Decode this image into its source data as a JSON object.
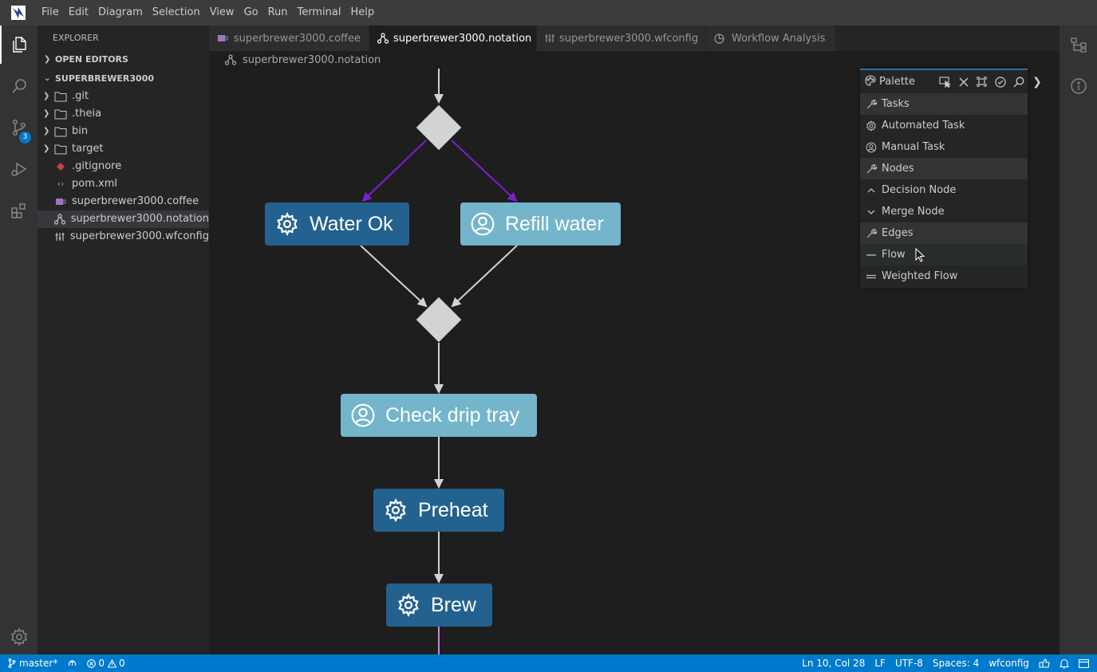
{
  "menu": [
    "File",
    "Edit",
    "Diagram",
    "Selection",
    "View",
    "Go",
    "Run",
    "Terminal",
    "Help"
  ],
  "activity": {
    "scm_badge": "3"
  },
  "sidebar": {
    "title": "EXPLORER",
    "open_editors": "OPEN EDITORS",
    "project": "SUPERBREWER3000",
    "items": [
      {
        "label": ".git",
        "type": "folder"
      },
      {
        "label": ".theia",
        "type": "folder"
      },
      {
        "label": "bin",
        "type": "folder"
      },
      {
        "label": "target",
        "type": "folder"
      },
      {
        "label": ".gitignore",
        "type": "file"
      },
      {
        "label": "pom.xml",
        "type": "file"
      },
      {
        "label": "superbrewer3000.coffee",
        "type": "file"
      },
      {
        "label": "superbrewer3000.notation",
        "type": "file",
        "selected": true
      },
      {
        "label": "superbrewer3000.wfconfig",
        "type": "file"
      }
    ]
  },
  "tabs": [
    {
      "label": "superbrewer3000.coffee",
      "icon": "coffee-icon"
    },
    {
      "label": "superbrewer3000.notation",
      "icon": "diagram-icon",
      "active": true
    },
    {
      "label": "superbrewer3000.wfconfig",
      "icon": "config-icon"
    },
    {
      "label": "Workflow Analysis",
      "icon": "chart-icon"
    }
  ],
  "breadcrumb": "superbrewer3000.notation",
  "diagram": {
    "nodes": [
      {
        "label": "Water Ok",
        "kind": "automated"
      },
      {
        "label": "Refill water",
        "kind": "manual"
      },
      {
        "label": "Check drip tray",
        "kind": "manual"
      },
      {
        "label": "Preheat",
        "kind": "automated"
      },
      {
        "label": "Brew",
        "kind": "automated"
      }
    ],
    "colors": {
      "automated": "#23628f",
      "manual": "#74b5cb",
      "edge": "#d3d3d3",
      "selected_edge": "#7a1fd1",
      "background": "#1e1e1e"
    }
  },
  "palette": {
    "title": "Palette",
    "groups": [
      {
        "label": "Tasks",
        "items": [
          {
            "label": "Automated Task",
            "icon": "gear-icon"
          },
          {
            "label": "Manual Task",
            "icon": "user-icon"
          }
        ]
      },
      {
        "label": "Nodes",
        "items": [
          {
            "label": "Decision Node",
            "icon": "chevron-up-icon"
          },
          {
            "label": "Merge Node",
            "icon": "chevron-down-icon"
          }
        ]
      },
      {
        "label": "Edges",
        "items": [
          {
            "label": "Flow",
            "icon": "line-icon"
          },
          {
            "label": "Weighted Flow",
            "icon": "double-line-icon"
          }
        ]
      }
    ]
  },
  "status": {
    "branch": "master*",
    "errors": "0",
    "warnings": "0",
    "position": "Ln 10, Col 28",
    "eol": "LF",
    "encoding": "UTF-8",
    "spaces": "Spaces: 4",
    "language": "wfconfig"
  }
}
